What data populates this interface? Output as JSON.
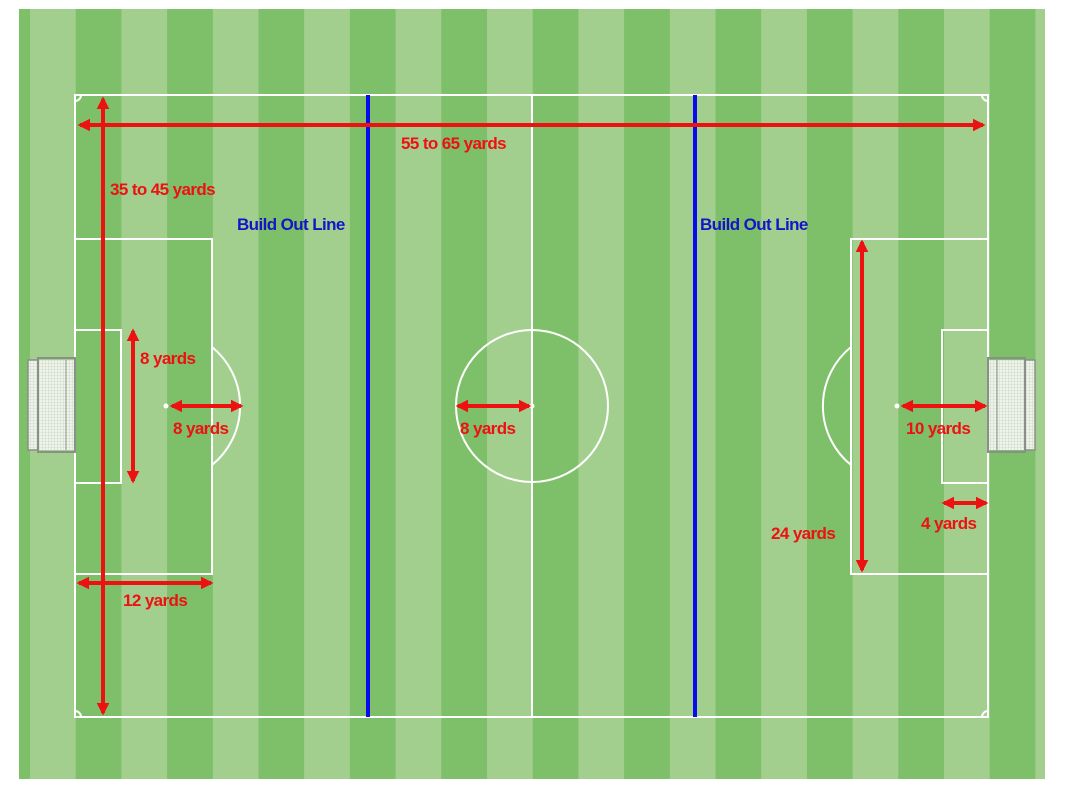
{
  "diagram": {
    "type": "soccer-field-dimensions",
    "colors": {
      "stripe_dark": "#7ebf69",
      "stripe_light": "#a3cf8e",
      "lines": "#ffffff",
      "measure": "#ee1111",
      "build_out": "#0a0aee",
      "build_out_text": "#1414c8",
      "goal_frame": "#8a8f8a",
      "goal_net": "#e6efe2"
    },
    "labels": {
      "field_length": "55 to 65 yards",
      "field_width": "35 to 45 yards",
      "build_out_left": "Build Out Line",
      "build_out_right": "Build Out Line",
      "goal_area_width": "8 yards",
      "penalty_arc_radius": "8 yards",
      "center_circle_radius": "8 yards",
      "penalty_area_depth": "12 yards",
      "penalty_spot_distance": "10 yards",
      "goal_area_depth": "4 yards",
      "penalty_area_width": "24 yards"
    }
  }
}
